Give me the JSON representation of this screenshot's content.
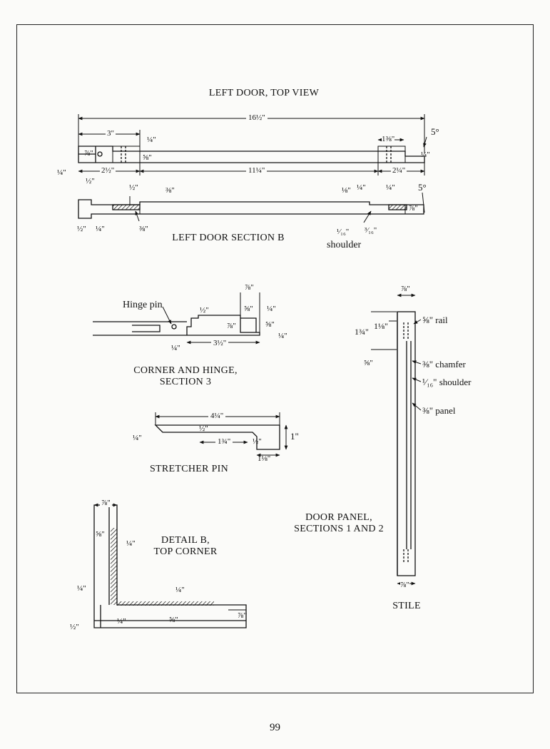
{
  "page_number": "99",
  "captions": {
    "left_door_top_view": "LEFT DOOR, TOP VIEW",
    "left_door_section_b": "LEFT DOOR SECTION B",
    "corner_hinge_line1": "CORNER AND HINGE,",
    "corner_hinge_line2": "SECTION 3",
    "stretcher_pin": "STRETCHER PIN",
    "detail_b_line1": "DETAIL B,",
    "detail_b_line2": "TOP CORNER",
    "door_panel_line1": "DOOR PANEL,",
    "door_panel_line2": "SECTIONS 1 AND 2",
    "stile": "STILE"
  },
  "labels": {
    "hinge_pin": "Hinge pin",
    "shoulder": "shoulder",
    "rail": "⅝\" rail",
    "chamfer": "⅜\" chamfer",
    "shoulder_16": "¹⁄₁₆\" shoulder",
    "panel": "⅜\" panel"
  },
  "dims": {
    "top_overall": "16½\"",
    "top_3": "3\"",
    "top_quarter_a": "¼\"",
    "top_1_3_8": "1⅜\"",
    "top_5deg": "5°",
    "top_7_8": "⅞\"",
    "top_5_8": "⅝\"",
    "top_quarter_r": "¼\"",
    "top_quarter_l": "¼\"",
    "top_2_1_2": "2½\"",
    "top_11_1_4": "11¼\"",
    "top_2_1_4": "2¼\"",
    "top_half": "½\"",
    "secb_half": "½\"",
    "secb_3_8": "⅜\"",
    "secb_1_8": "⅛\"",
    "secb_quarter_a": "¼\"",
    "secb_quarter_b": "¼\"",
    "secb_5deg": "5°",
    "secb_7_8": "⅞\"",
    "secb_half_b": "½\"",
    "secb_quarter_c": "¼\"",
    "secb_3_8_b": "⅜\"",
    "secb_1_16": "¹⁄₁₆\"",
    "secb_3_16": "³⁄₁₆\"",
    "ch_7_8": "⅞\"",
    "ch_5_8": "⅝\"",
    "ch_quarter_a": "¼\"",
    "ch_half": "½\"",
    "ch_7_8_b": "⅞\"",
    "ch_5_8_b": "⅝\"",
    "ch_quarter_b": "¼\"",
    "ch_quarter_c": "¼\"",
    "ch_3_1_2": "3½\"",
    "sp_4_1_4": "4¼\"",
    "sp_half": "½\"",
    "sp_quarter": "¼\"",
    "sp_1_3_4": "1¾\"",
    "sp_half_b": "½\"",
    "sp_1": "1\"",
    "sp_1_1_8": "1⅛\"",
    "db_7_8": "⅞\"",
    "db_5_8": "⅝\"",
    "db_quarter_a": "¼\"",
    "db_quarter_b": "¼\"",
    "db_quarter_c": "¼\"",
    "db_half": "½\"",
    "db_quarter_d": "¼\"",
    "db_5_8_b": "⅝\"",
    "db_7_8_b": "⅞\"",
    "st_7_8": "⅞\"",
    "st_1_3_4": "1¾\"",
    "st_1_1_8": "1⅛\"",
    "st_5_8": "⅝\"",
    "st_7_8_b": "⅞\""
  }
}
